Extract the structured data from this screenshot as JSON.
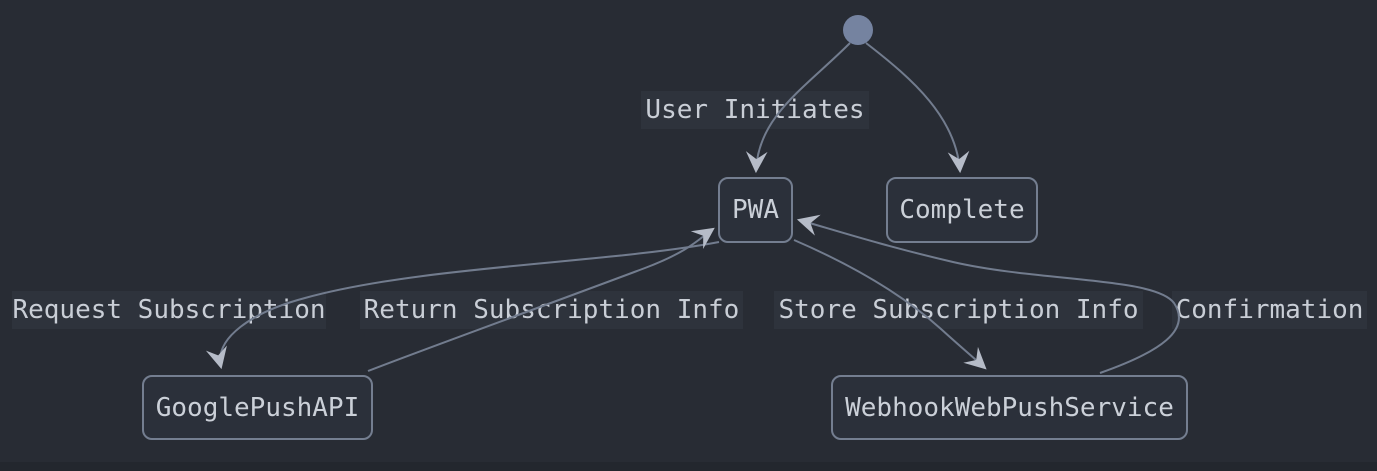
{
  "diagram": {
    "kind": "state-diagram",
    "colors": {
      "background": "#282c34",
      "node_fill": "#2b303a",
      "node_border": "#747e90",
      "node_text": "#cbd0d8",
      "edge_label_bg": "#2e333c",
      "edge_label_text": "#c9ced6",
      "edge_line": "#727c8e",
      "arrowhead": "#b6bcc8",
      "initial_state_dot": "#7583a0",
      "bottom_strip": "#23272e"
    },
    "initial_state": {
      "name": "start"
    },
    "nodes": [
      {
        "id": "pwa",
        "label": "PWA"
      },
      {
        "id": "complete",
        "label": "Complete"
      },
      {
        "id": "googlepushapi",
        "label": "GooglePushAPI"
      },
      {
        "id": "webhookwebpushservice",
        "label": "WebhookWebPushService"
      }
    ],
    "edges": [
      {
        "from": "start",
        "to": "PWA",
        "label": "User Initiates"
      },
      {
        "from": "start",
        "to": "Complete",
        "label": ""
      },
      {
        "from": "PWA",
        "to": "GooglePushAPI",
        "label": "Request Subscription"
      },
      {
        "from": "GooglePushAPI",
        "to": "PWA",
        "label": "Return Subscription Info"
      },
      {
        "from": "PWA",
        "to": "WebhookWebPushService",
        "label": "Store Subscription Info"
      },
      {
        "from": "WebhookWebPushService",
        "to": "PWA",
        "label": "Confirmation"
      }
    ]
  }
}
